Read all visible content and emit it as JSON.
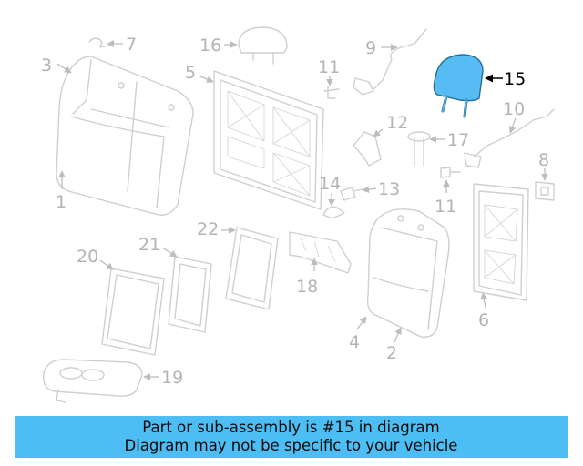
{
  "diagram": {
    "callouts": [
      "1",
      "2",
      "3",
      "4",
      "5",
      "6",
      "7",
      "8",
      "9",
      "10",
      "11",
      "11",
      "12",
      "13",
      "14",
      "16",
      "17",
      "18",
      "19",
      "20",
      "21",
      "22"
    ],
    "highlighted": {
      "label": "15",
      "color": "#57bcf4"
    }
  },
  "banner": {
    "line1": "Part or sub-assembly is #15 in diagram",
    "line2": "Diagram may not be specific to your vehicle",
    "color": "#4dbef4"
  }
}
